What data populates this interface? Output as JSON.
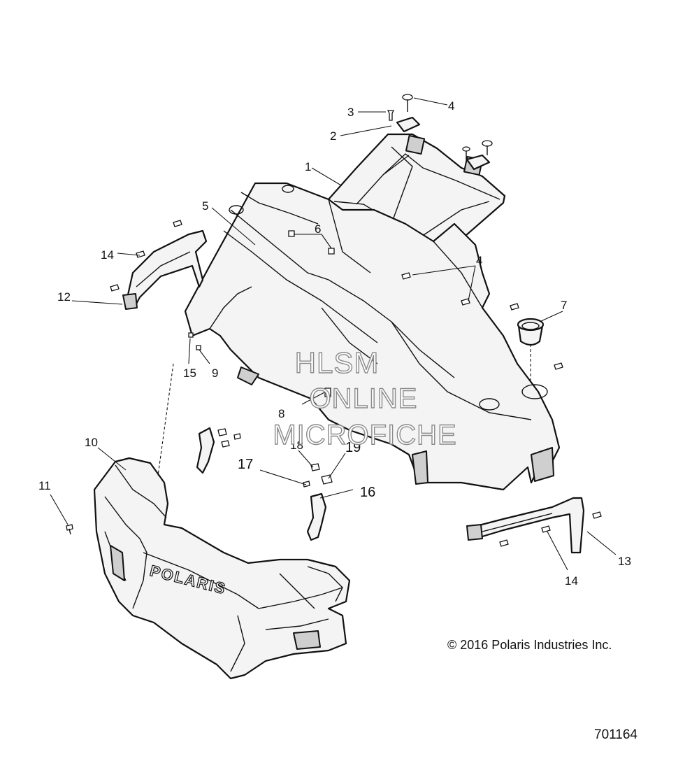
{
  "diagram": {
    "callouts": {
      "c1": "1",
      "c2": "2",
      "c3": "3",
      "c4a": "4",
      "c4b": "4",
      "c5": "5",
      "c6": "6",
      "c7": "7",
      "c8": "8",
      "c9": "9",
      "c10": "10",
      "c11": "11",
      "c12": "12",
      "c13": "13",
      "c14a": "14",
      "c14b": "14",
      "c15": "15",
      "c16": "16",
      "c17": "17",
      "c18": "18",
      "c19": "19"
    },
    "logo_text": "POLARIS"
  },
  "watermark": {
    "line1": "HLSM",
    "line2": "ONLINE",
    "line3": "MICROFICHE"
  },
  "copyright": "© 2016 Polaris Industries Inc.",
  "figure_number": "701164"
}
